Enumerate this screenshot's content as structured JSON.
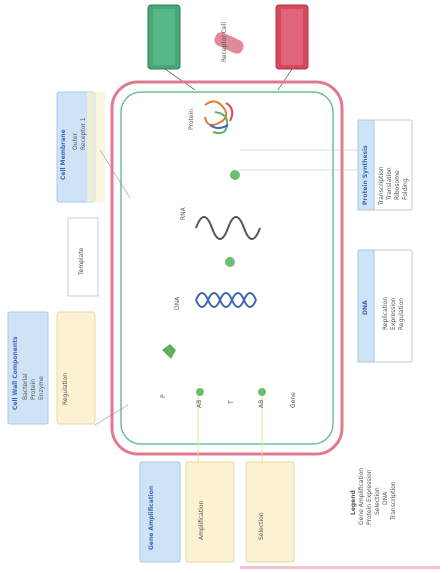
{
  "colors": {
    "outer_membrane": "#e07a8f",
    "inner_membrane": "#6fbf98",
    "channel_green": "#4aa67a",
    "channel_red": "#d9485e",
    "box_blue": "#cfe3f6",
    "box_yellow": "#fbf2d2",
    "box_stroke_grey": "#c8c8c8",
    "dna_blue": "#3f67b0",
    "rna_grey": "#555555",
    "mol_green": "#6cc06c"
  },
  "top_labels": {
    "receptor": "Receptor Cell"
  },
  "left_boxes": {
    "box1_title": "Cell Membrane",
    "box1_items": [
      "Outer",
      "Receptor 1"
    ],
    "box2_title": "Template",
    "box3_title": "Cell Wall Components",
    "box3_items": [
      "Bacterial",
      "Protein",
      "Enzyme",
      "Regulation"
    ]
  },
  "inner_labels": {
    "protein": "Protein",
    "rna": "RNA",
    "dna": "DNA",
    "p": "P",
    "ab1": "AB",
    "t": "T",
    "ab2": "AB",
    "gene": "Gene"
  },
  "right_boxes": {
    "box1_title": "Protein Synthesis",
    "box1_items": [
      "Transcription",
      "Translation",
      "Ribosome",
      "Folding"
    ],
    "box2_title": "DNA",
    "box2_items": [
      "Replication",
      "Expression",
      "Regulation"
    ]
  },
  "bottom_boxes": {
    "box1_title": "Gene Amplification",
    "box2_title": "Amplification",
    "box3_title": "Selection"
  },
  "legend_notes": [
    "Legend",
    "Gene Amplification",
    "Protein Expression",
    "Selection",
    "DNA",
    "Transcription"
  ]
}
